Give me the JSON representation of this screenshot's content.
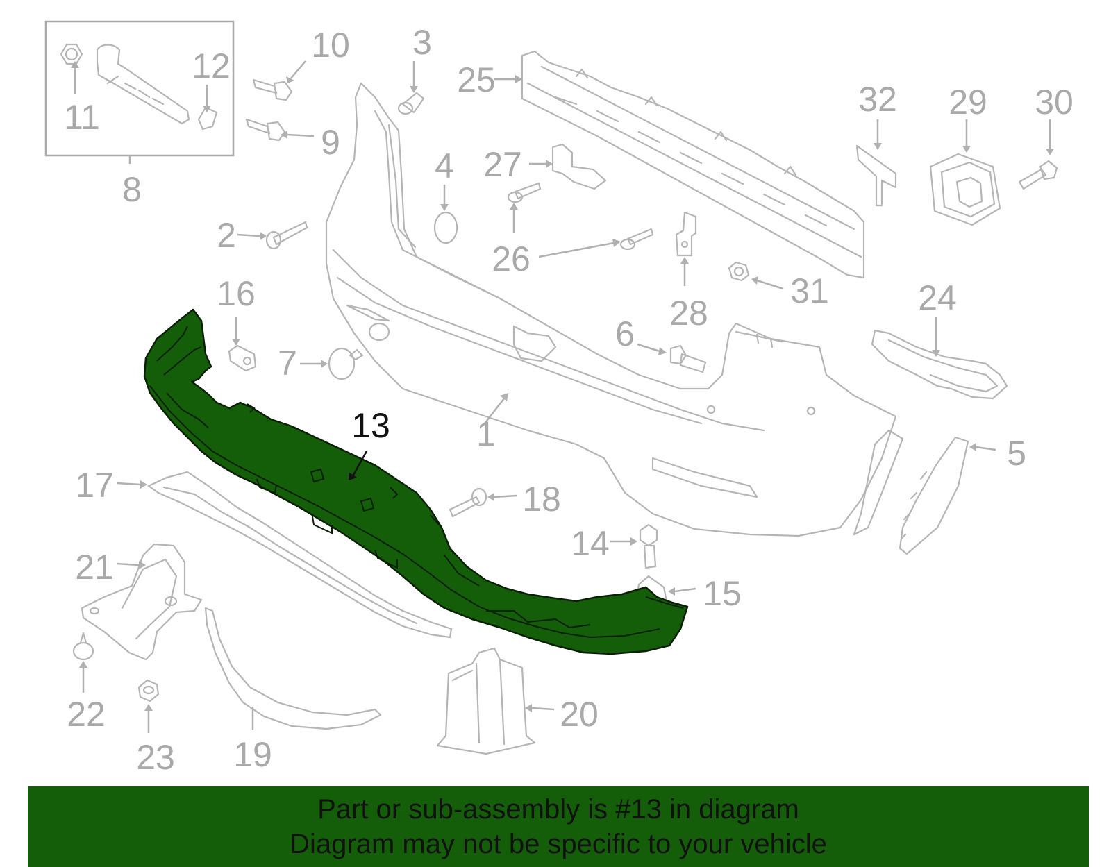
{
  "callouts": {
    "c1": "1",
    "c2": "2",
    "c3": "3",
    "c4": "4",
    "c5": "5",
    "c6": "6",
    "c7": "7",
    "c8": "8",
    "c9": "9",
    "c10": "10",
    "c11": "11",
    "c12": "12",
    "c13": "13",
    "c14": "14",
    "c15": "15",
    "c16": "16",
    "c17": "17",
    "c18": "18",
    "c19": "19",
    "c20": "20",
    "c21": "21",
    "c22": "22",
    "c23": "23",
    "c24": "24",
    "c25": "25",
    "c26": "26",
    "c27": "27",
    "c28": "28",
    "c29": "29",
    "c30": "30",
    "c31": "31",
    "c32": "32"
  },
  "highlighted_part": "13",
  "colors": {
    "highlight": "#145e0a",
    "parts": "#b5b5b5",
    "labels": "#a9a9a9"
  },
  "banner": {
    "line1": "Part or sub-assembly is #13 in diagram",
    "line2": "Diagram may not be specific to your vehicle"
  }
}
